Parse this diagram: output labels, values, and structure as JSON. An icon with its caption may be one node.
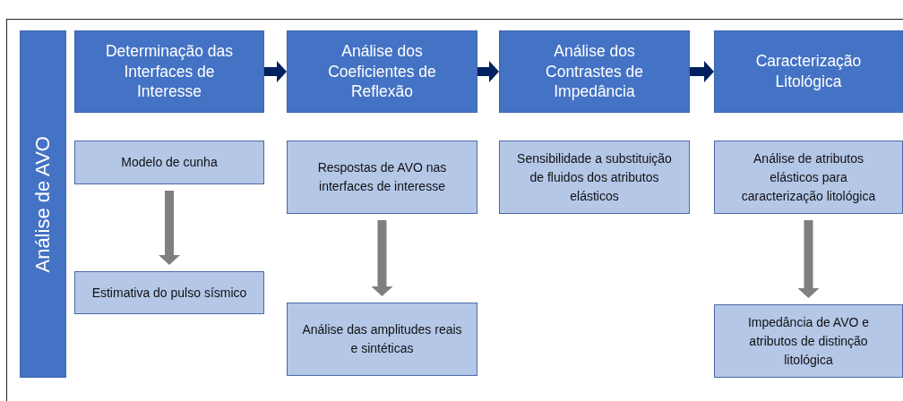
{
  "diagram": {
    "nodes": [
      {
        "text": [
          "Análise de AVO"
        ]
      },
      {
        "text": [
          "Determinação das Interfaces de Interesse"
        ]
      },
      {
        "text": [
          "Análise dos Coeficientes de Reflexão"
        ]
      },
      {
        "text": [
          "Análise dos Contrastes de Impedância"
        ]
      },
      {
        "text": [
          "Caracterização Litológica"
        ]
      },
      {
        "text": [
          "Modelo de cunha"
        ]
      },
      {
        "text": [
          "Respostas de AVO nas interfaces de interesse"
        ]
      },
      {
        "text": [
          "Sensibilidade a substituição de fluidos dos atributos elásticos"
        ]
      },
      {
        "text": [
          "Análise de atributos elásticos para caracterização litológica"
        ]
      },
      {
        "text": [
          "Estimativa do pulso sísmico"
        ]
      },
      {
        "text": [
          "Análise das amplitudes reais e sintéticas"
        ]
      },
      {
        "text": [
          "Impedância de AVO e atributos de distinção litológica"
        ]
      }
    ],
    "edges": [
      {
        "from": 1,
        "to": 2,
        "arrow": "to",
        "color": "#002060"
      },
      {
        "from": 2,
        "to": 3,
        "arrow": "to",
        "color": "#002060"
      },
      {
        "from": 3,
        "to": 4,
        "arrow": "to",
        "color": "#002060"
      },
      {
        "from": 5,
        "to": 9,
        "arrow": "to",
        "color": "#7f7f7f"
      },
      {
        "from": 6,
        "to": 10,
        "arrow": "to",
        "color": "#7f7f7f"
      },
      {
        "from": 8,
        "to": 11,
        "arrow": "to",
        "color": "#7f7f7f"
      }
    ]
  }
}
